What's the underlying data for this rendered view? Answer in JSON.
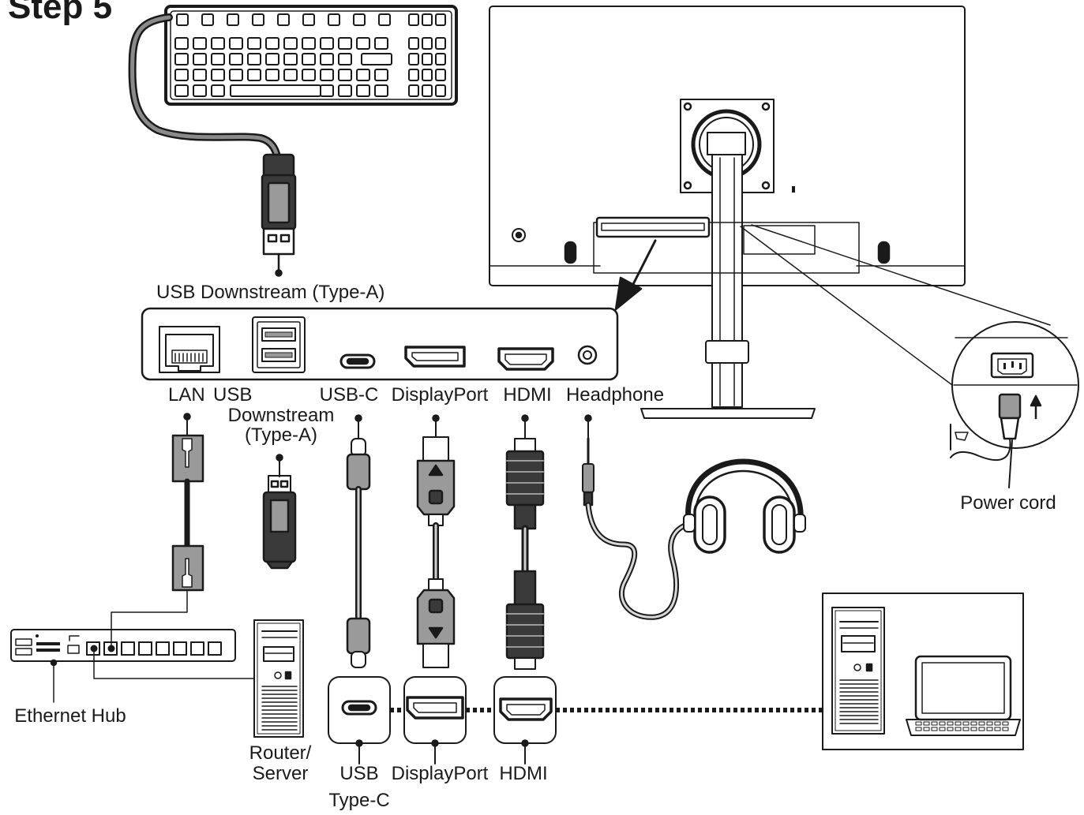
{
  "title": "Step 5",
  "labels": {
    "usb_downstream_top": "USB Downstream (Type-A)",
    "lan": "LAN",
    "usb": "USB",
    "downstream_line1": "Downstream",
    "downstream_line2": "(Type-A)",
    "usb_c": "USB-C",
    "displayport": "DisplayPort",
    "hdmi": "HDMI",
    "headphone": "Headphone",
    "power_cord": "Power cord",
    "ethernet_hub": "Ethernet Hub",
    "router_line1": "Router/",
    "router_line2": "Server",
    "bottom_usb": "USB",
    "bottom_type_c": "Type-C",
    "bottom_displayport": "DisplayPort",
    "bottom_hdmi": "HDMI"
  },
  "colors": {
    "line": "#1a1a1a",
    "fill_gray": "#9a9a9a",
    "fill_dark": "#3a3a3a",
    "background": "#ffffff"
  },
  "icons": [
    "keyboard-icon",
    "monitor-icon",
    "usb-plug-icon",
    "rj45-plug-icon",
    "usb-c-plug-icon",
    "displayport-plug-icon",
    "hdmi-plug-icon",
    "audio-jack-icon",
    "headphones-icon",
    "ethernet-hub-icon",
    "tower-pc-icon",
    "laptop-icon",
    "power-inlet-icon"
  ]
}
